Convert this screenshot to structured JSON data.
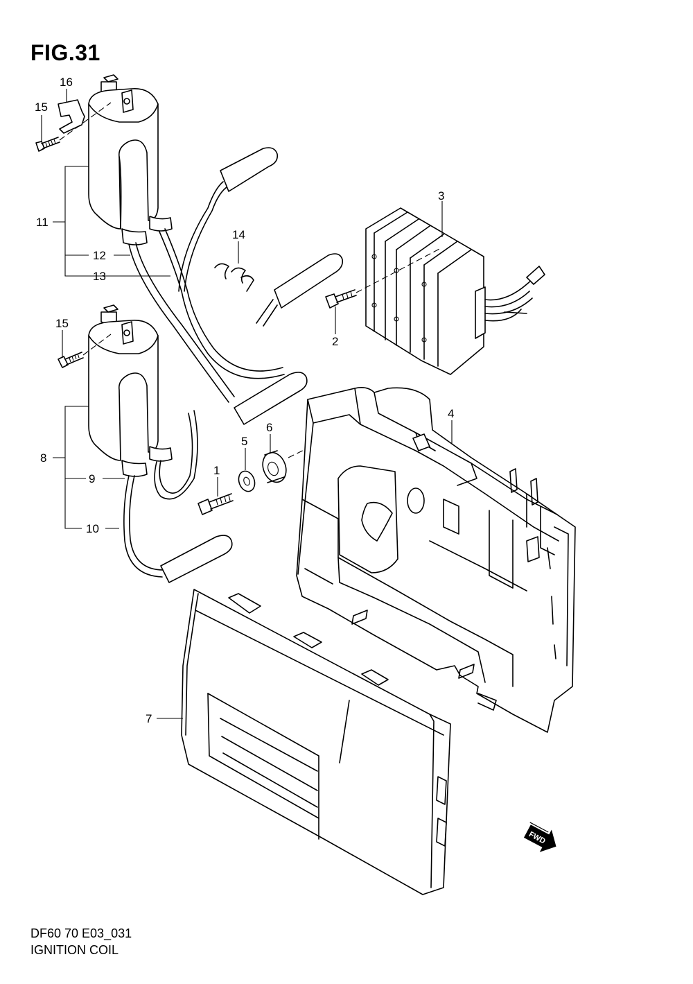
{
  "figure": {
    "title": "FIG.31",
    "code": "DF60 70 E03_031",
    "name": "IGNITION COIL"
  },
  "callouts": {
    "c1": "1",
    "c2": "2",
    "c3": "3",
    "c4": "4",
    "c5": "5",
    "c6": "6",
    "c7": "7",
    "c8": "8",
    "c9": "9",
    "c10": "10",
    "c11": "11",
    "c12": "12",
    "c13": "13",
    "c14": "14",
    "c15a": "15",
    "c15b": "15",
    "c16": "16"
  },
  "fwd_label": "FWD",
  "colors": {
    "line": "#000000",
    "background": "#ffffff"
  }
}
